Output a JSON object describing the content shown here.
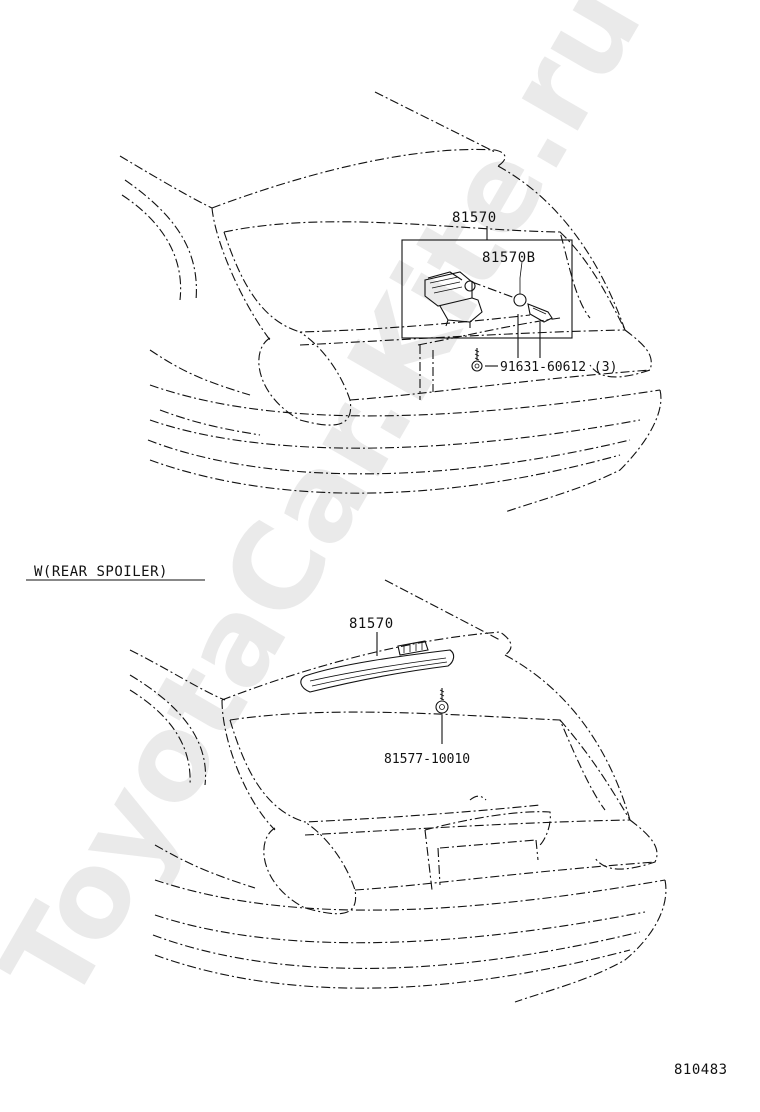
{
  "watermark": "ToyotaCar.Kite.ru",
  "top_view": {
    "callouts": {
      "assembly": "81570",
      "bulb": "81570B",
      "screw": "91631-60612 (3)"
    }
  },
  "spoiler_view": {
    "caption": "W(REAR SPOILER)",
    "callouts": {
      "assembly": "81570",
      "screw": "81577-10010"
    }
  },
  "diagram_id": "810483"
}
